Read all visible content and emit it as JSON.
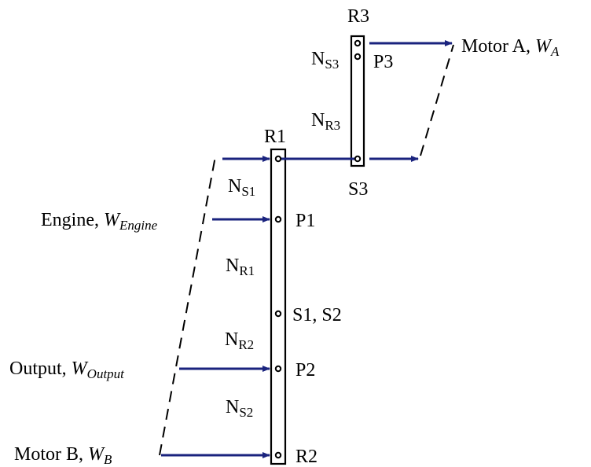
{
  "lever_labels": {
    "r3": "R3",
    "r1": "R1",
    "p1": "P1",
    "s1s2": "S1, S2",
    "p2": "P2",
    "r2": "R2",
    "p3": "P3",
    "s3": "S3"
  },
  "ratio_labels": {
    "ns3": {
      "main": "N",
      "sub": "S3"
    },
    "nr3": {
      "main": "N",
      "sub": "R3"
    },
    "ns1": {
      "main": "N",
      "sub": "S1"
    },
    "nr1": {
      "main": "N",
      "sub": "R1"
    },
    "nr2": {
      "main": "N",
      "sub": "R2"
    },
    "ns2": {
      "main": "N",
      "sub": "S2"
    }
  },
  "io_labels": {
    "motor_a": {
      "prefix": "Motor A, ",
      "w": "W",
      "sub": "A"
    },
    "engine": {
      "prefix": "Engine, ",
      "w": "W",
      "sub": "Engine"
    },
    "output": {
      "prefix": "Output, ",
      "w": "W",
      "sub": "Output"
    },
    "motor_b": {
      "prefix": "Motor B, ",
      "w": "W",
      "sub": "B"
    }
  },
  "colors": {
    "arrow": "#1a237e",
    "line": "#000000",
    "background": "#ffffff"
  }
}
